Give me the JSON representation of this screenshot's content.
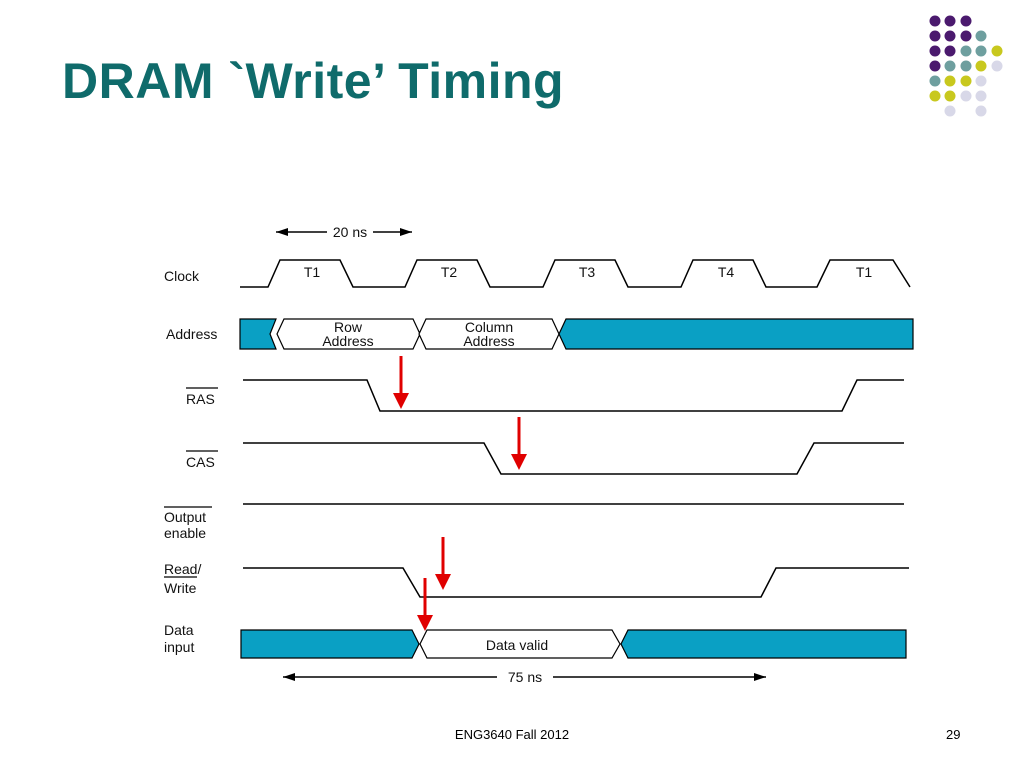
{
  "slide": {
    "title": "DRAM `Write’ Timing",
    "title_color": "#0f6b6b",
    "footer_center": "ENG3640 Fall 2012",
    "page_number": "29"
  },
  "colors": {
    "bus_fill": "#0aa0c4",
    "arrow": "#e00000",
    "line": "#000000",
    "dot_palette": [
      "#4b1a6e",
      "#6e9f9f",
      "#c8c81e",
      "#d8d8e8"
    ]
  },
  "diagram": {
    "clock_period": "20 ns",
    "total_time": "75 ns",
    "clock_cycles": [
      "T1",
      "T2",
      "T3",
      "T4",
      "T1"
    ],
    "signals": {
      "clock": "Clock",
      "address": "Address",
      "ras": "RAS",
      "cas": "CAS",
      "oe_1": "Output",
      "oe_2": "enable",
      "rw_1": "Read/",
      "rw_2": "Write",
      "data_1": "Data",
      "data_2": "input"
    },
    "bus_segments": {
      "row_1": "Row",
      "row_2": "Address",
      "col_1": "Column",
      "col_2": "Address",
      "data_valid": "Data valid"
    }
  }
}
